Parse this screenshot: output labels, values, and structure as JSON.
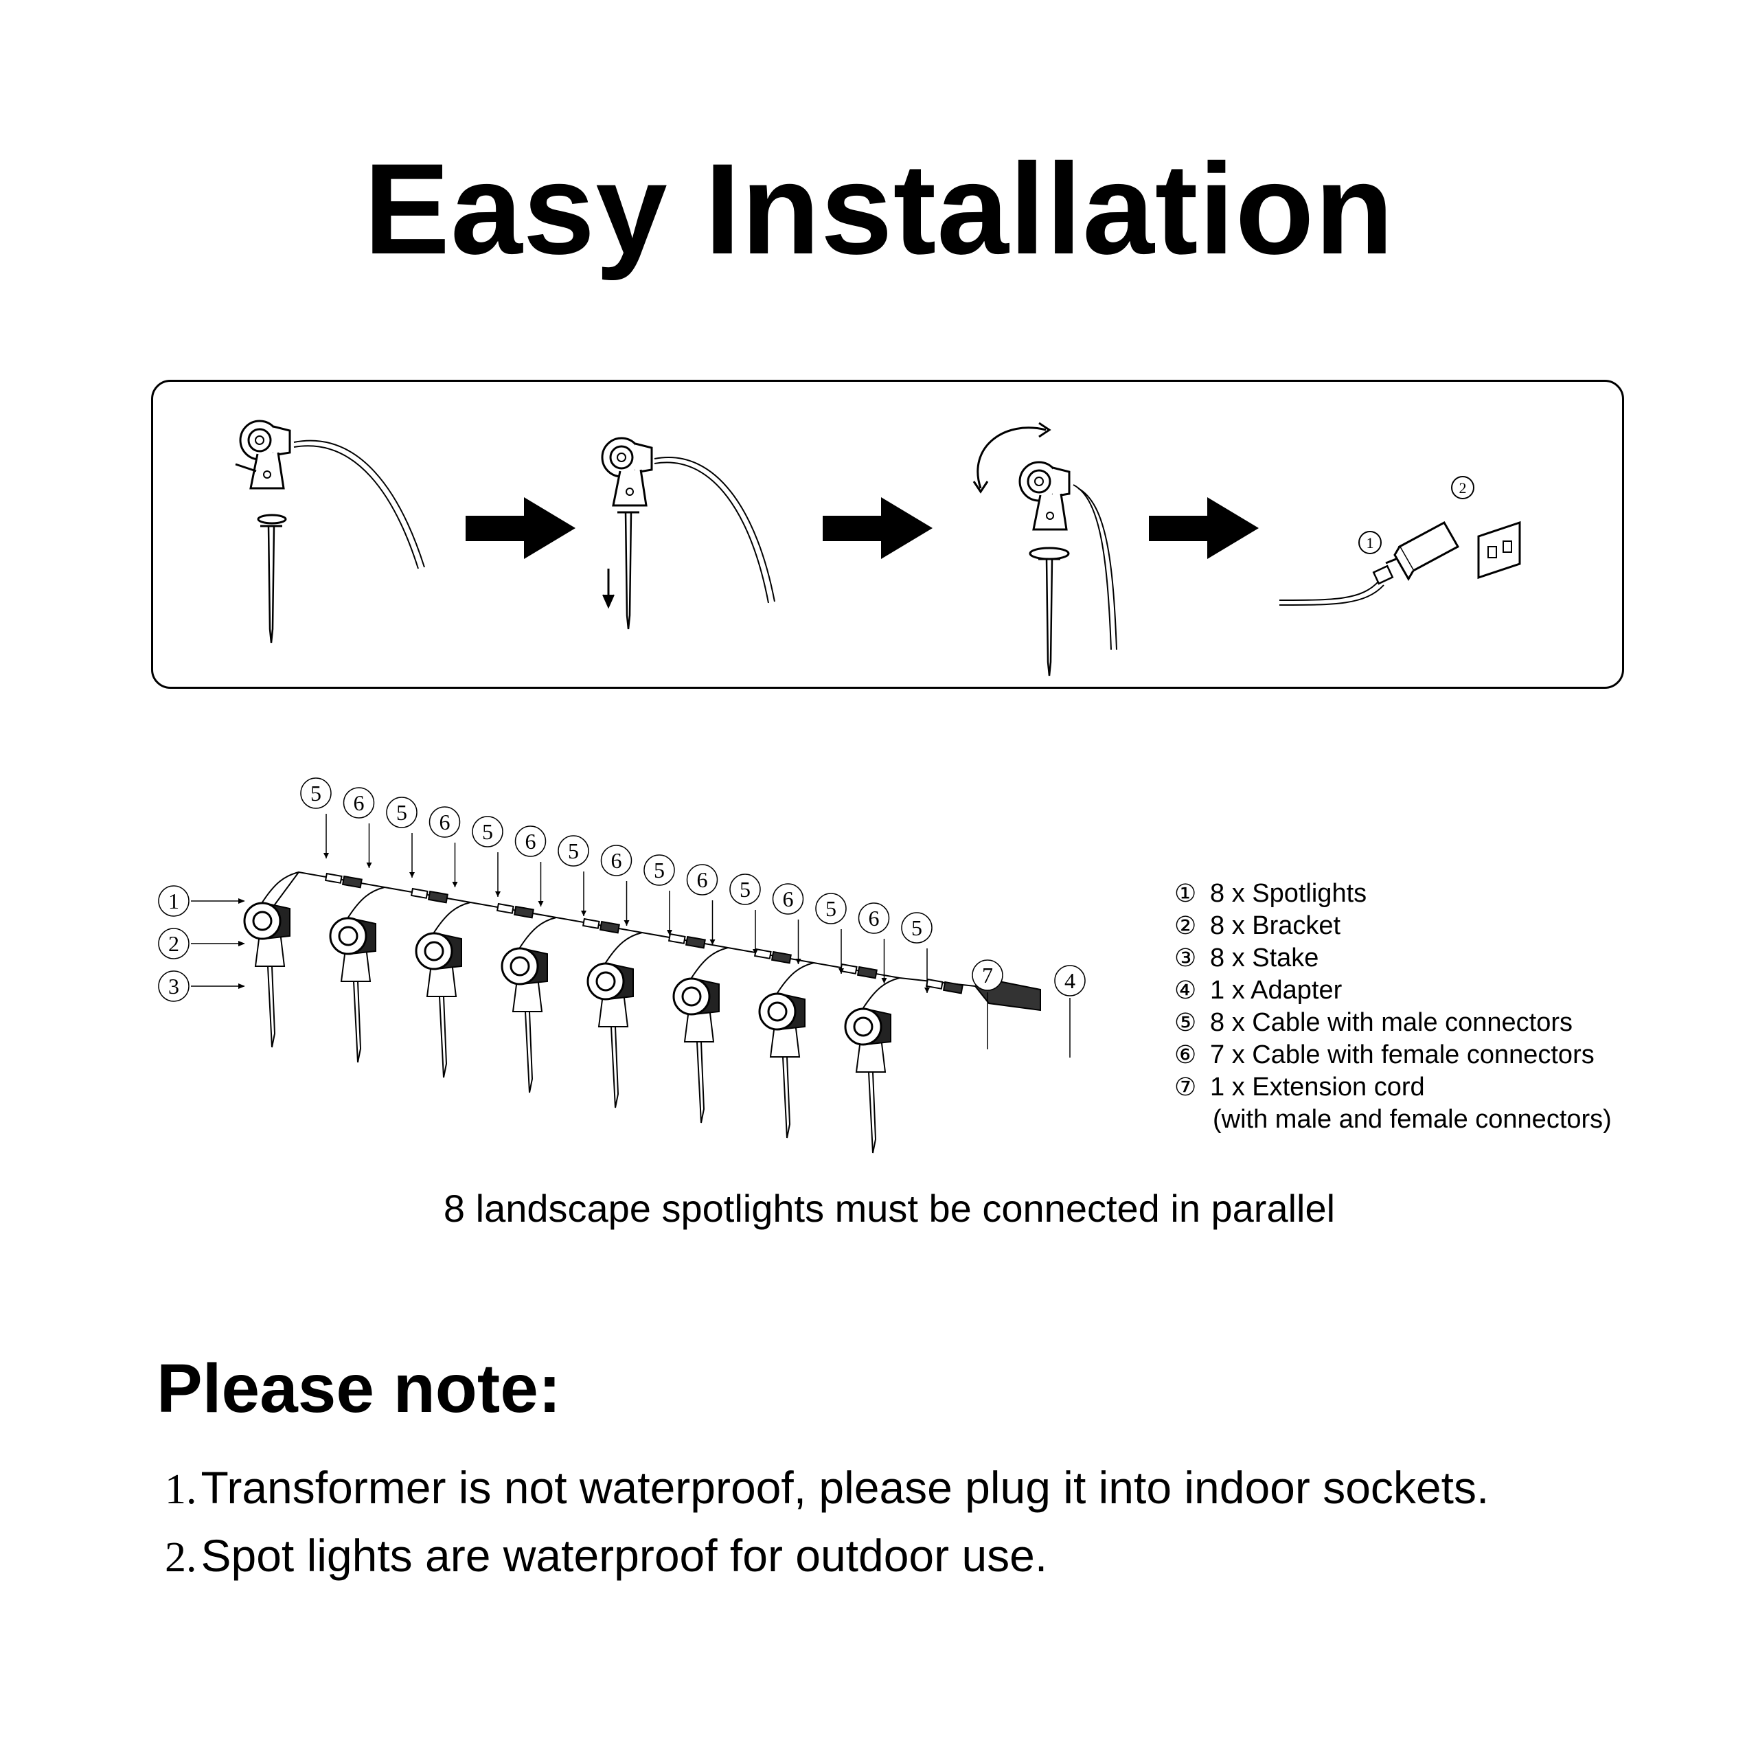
{
  "title": "Easy Installation",
  "steps": {
    "step4_labels": [
      "1",
      "2"
    ]
  },
  "diagram": {
    "callouts_top": [
      "5",
      "6",
      "5",
      "6",
      "5",
      "6",
      "5",
      "6",
      "5",
      "6",
      "5",
      "6",
      "5",
      "6",
      "5"
    ],
    "callouts_left": [
      "1",
      "2",
      "3"
    ],
    "callout_extension": "7",
    "callout_adapter": "4"
  },
  "legend": [
    {
      "num": "①",
      "text": "8 x Spotlights"
    },
    {
      "num": "②",
      "text": "8 x Bracket"
    },
    {
      "num": "③",
      "text": "8 x Stake"
    },
    {
      "num": "④",
      "text": "1 x Adapter"
    },
    {
      "num": "⑤",
      "text": "8 x Cable with male connectors"
    },
    {
      "num": "⑥",
      "text": "7 x Cable with female connectors"
    },
    {
      "num": "⑦",
      "text": "1 x Extension cord"
    }
  ],
  "legend_note": "(with male and female connectors)",
  "parallel_text": "8 landscape spotlights must be connected in parallel",
  "note_heading": "Please note:",
  "notes": [
    {
      "idx": "1.",
      "text": "Transformer is not waterproof, please plug it into indoor sockets."
    },
    {
      "idx": "2.",
      "text": "Spot lights are waterproof for outdoor use."
    }
  ]
}
